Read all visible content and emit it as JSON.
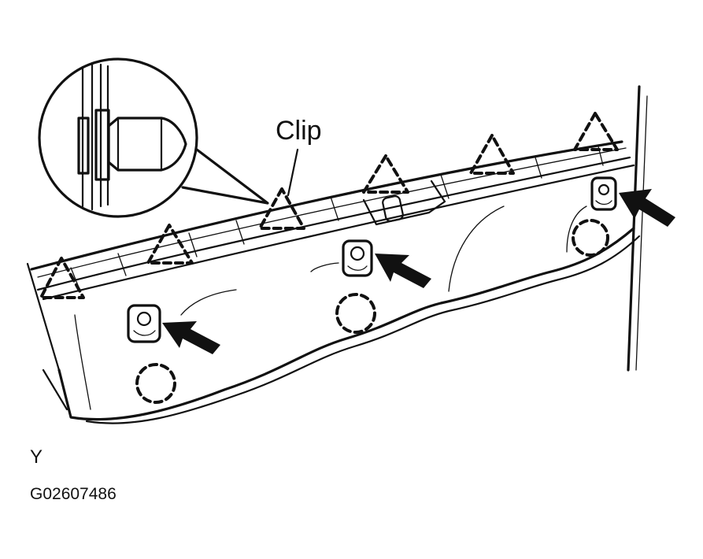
{
  "labels": {
    "clip": "Clip",
    "view": "Y",
    "code": "G02607486"
  },
  "symbols": {
    "clip_location": "dashed-triangle",
    "screw_location": "dashed-circle",
    "screw_indicator": "black-arrow"
  }
}
